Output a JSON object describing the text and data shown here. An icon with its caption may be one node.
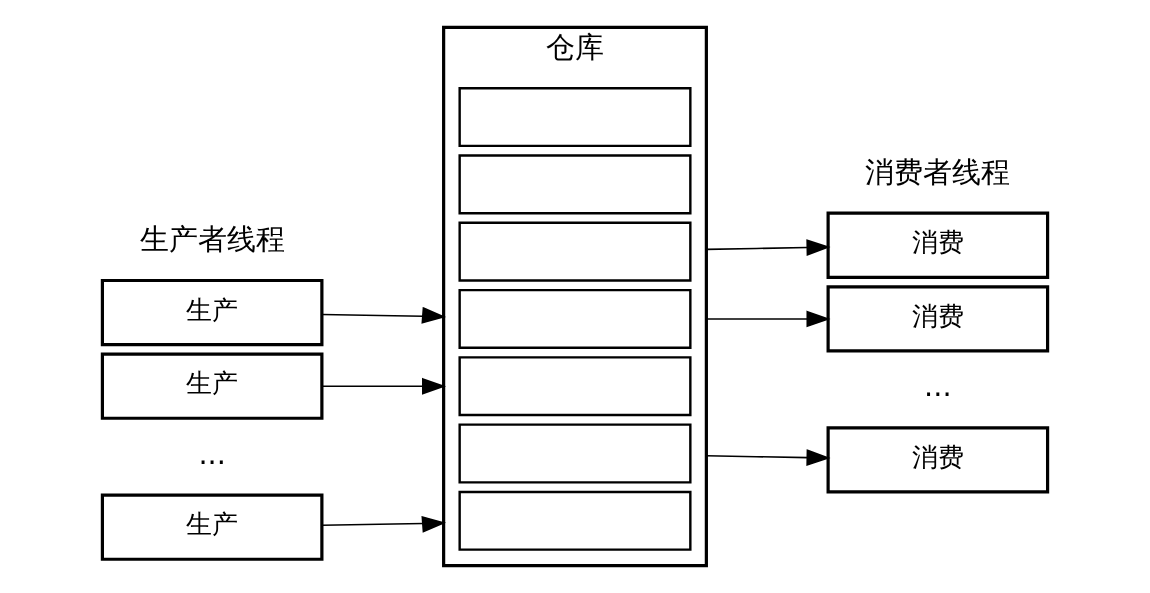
{
  "diagram": {
    "nodes": [
      {
        "text": [
          "生产"
        ]
      },
      {
        "text": [
          "生产"
        ]
      },
      {
        "text": [
          "生产"
        ]
      },
      {
        "text": [
          "仓库"
        ]
      },
      {
        "text": [],
        "shape": "box",
        "in": 3
      },
      {
        "text": [],
        "shape": "box",
        "in": 3
      },
      {
        "text": [],
        "shape": "box",
        "in": 3
      },
      {
        "text": [],
        "shape": "box",
        "in": 3
      },
      {
        "text": [],
        "shape": "box",
        "in": 3
      },
      {
        "text": [],
        "shape": "box",
        "in": 3
      },
      {
        "text": [],
        "shape": "box",
        "in": 3
      },
      {
        "text": [
          "消费"
        ]
      },
      {
        "text": [
          "消费"
        ]
      },
      {
        "text": [
          "消费"
        ]
      }
    ],
    "edges": [
      {
        "from": 0,
        "to": 3,
        "arrow": "to"
      },
      {
        "from": 1,
        "to": 3,
        "arrow": "to"
      },
      {
        "from": 2,
        "to": 3,
        "arrow": "to"
      },
      {
        "from": 3,
        "to": 11,
        "arrow": "to"
      },
      {
        "from": 3,
        "to": 12,
        "arrow": "to"
      },
      {
        "from": 3,
        "to": 13,
        "arrow": "to"
      }
    ],
    "labels": [
      "生产者线程",
      "消费者线程",
      "...",
      "..."
    ]
  }
}
